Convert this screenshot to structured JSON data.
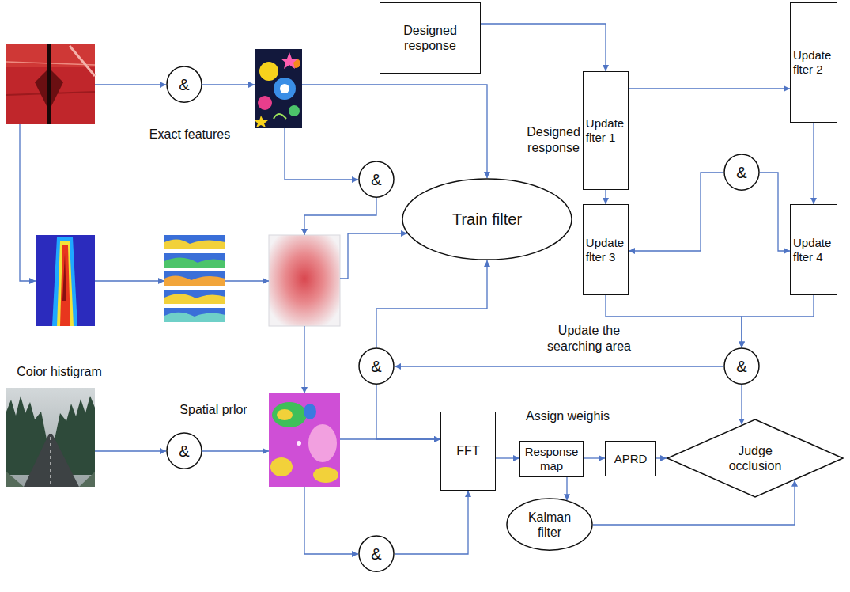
{
  "diagram": {
    "nodes": [
      {
        "text": [
          "&"
        ]
      },
      {
        "text": [
          "Designed response"
        ]
      },
      {
        "text": [
          "Update flter 1"
        ]
      },
      {
        "text": [
          "Update flter 2"
        ]
      },
      {
        "text": [
          "&"
        ]
      },
      {
        "text": [
          "&"
        ]
      },
      {
        "text": [
          "Train filter"
        ]
      },
      {
        "text": [
          "Update flter 3"
        ]
      },
      {
        "text": [
          "Update flter 4"
        ]
      },
      {
        "text": [
          "&"
        ]
      },
      {
        "text": [
          "&"
        ]
      },
      {
        "text": [
          "&"
        ]
      },
      {
        "text": [
          "FFT"
        ]
      },
      {
        "text": [
          "Response map"
        ]
      },
      {
        "text": [
          "APRD"
        ]
      },
      {
        "text": [
          "Judge occlusion"
        ]
      },
      {
        "text": [
          "Kalman filter"
        ]
      },
      {
        "text": [
          "&"
        ]
      }
    ],
    "edges": [
      {
        "from": 1,
        "to": 2,
        "arrow": "to"
      },
      {
        "from": 2,
        "to": 3,
        "arrow": "to"
      },
      {
        "from": 2,
        "to": 7,
        "arrow": "to"
      },
      {
        "from": 3,
        "to": 8,
        "arrow": "to"
      },
      {
        "from": 5,
        "to": 7,
        "arrow": "to"
      },
      {
        "from": 5,
        "to": 8,
        "arrow": "to"
      },
      {
        "from": 7,
        "to": 10,
        "arrow": "to"
      },
      {
        "from": 8,
        "to": 10,
        "arrow": "to"
      },
      {
        "from": 10,
        "to": 9,
        "arrow": "to"
      },
      {
        "from": 10,
        "to": 15,
        "arrow": "to"
      },
      {
        "from": 9,
        "to": 6,
        "arrow": "to"
      },
      {
        "from": 9,
        "to": 12,
        "arrow": "to"
      },
      {
        "from": 17,
        "to": 12,
        "arrow": "to"
      },
      {
        "from": 12,
        "to": 13,
        "arrow": "to"
      },
      {
        "from": 13,
        "to": 14,
        "arrow": "to"
      },
      {
        "from": 14,
        "to": 15,
        "arrow": "to"
      },
      {
        "from": 13,
        "to": 16,
        "arrow": "to"
      },
      {
        "from": 16,
        "to": 15,
        "arrow": "to"
      }
    ],
    "labels": [
      "Exact features",
      "Designed response",
      "Coior histigram",
      "Spatial prlor",
      "Update the searching area",
      "Assign weighis"
    ]
  }
}
